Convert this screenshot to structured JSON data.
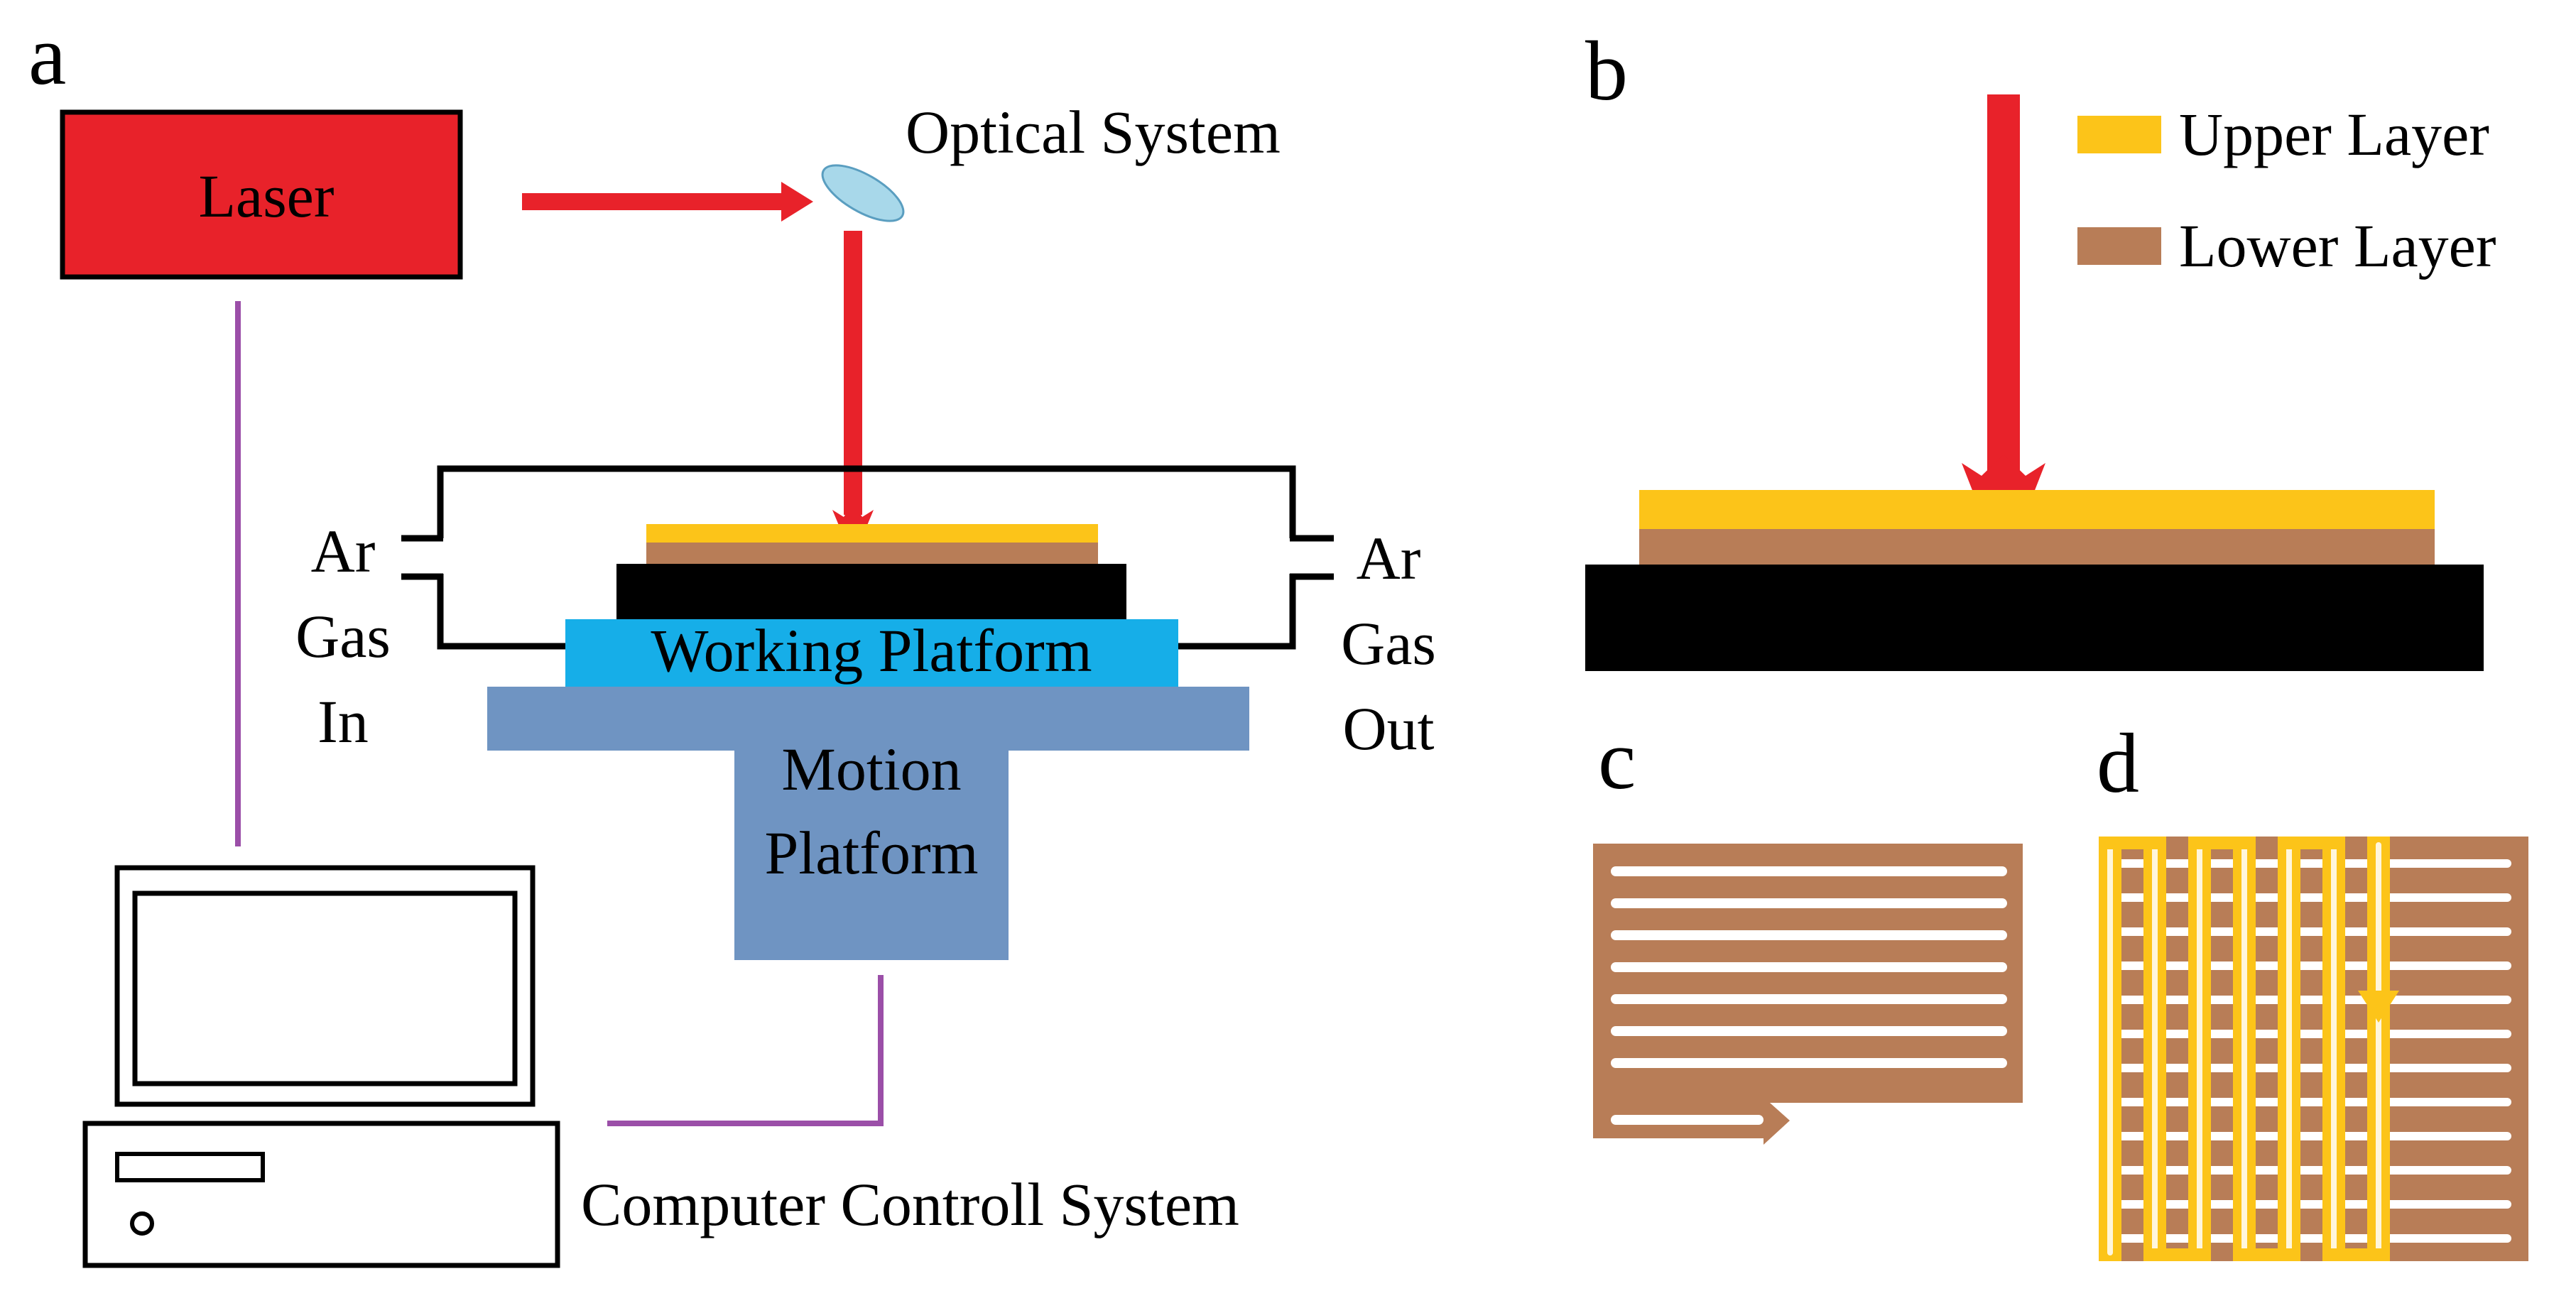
{
  "panels": {
    "a": "a",
    "b": "b",
    "c": "c",
    "d": "d"
  },
  "labels": {
    "laser": "Laser",
    "optical_system": "Optical System",
    "ar_in": [
      "Ar",
      "Gas",
      "In"
    ],
    "ar_out": [
      "Ar",
      "Gas",
      "Out"
    ],
    "working_platform": "Working Platform",
    "motion_platform": [
      "Motion",
      "Platform"
    ],
    "computer": "Computer Controll System"
  },
  "legend": {
    "upper_layer": "Upper Layer",
    "lower_layer": "Lower Layer"
  },
  "colors": {
    "laser": "#e8222a",
    "beam": "#e8222a",
    "lens": "#a8d8ea",
    "upper_layer": "#fcc419",
    "lower_layer": "#b87d57",
    "working_platform": "#16aee8",
    "motion_platform": "#6f94c2",
    "wire": "#9b4fa8",
    "substrate": "#000000"
  }
}
